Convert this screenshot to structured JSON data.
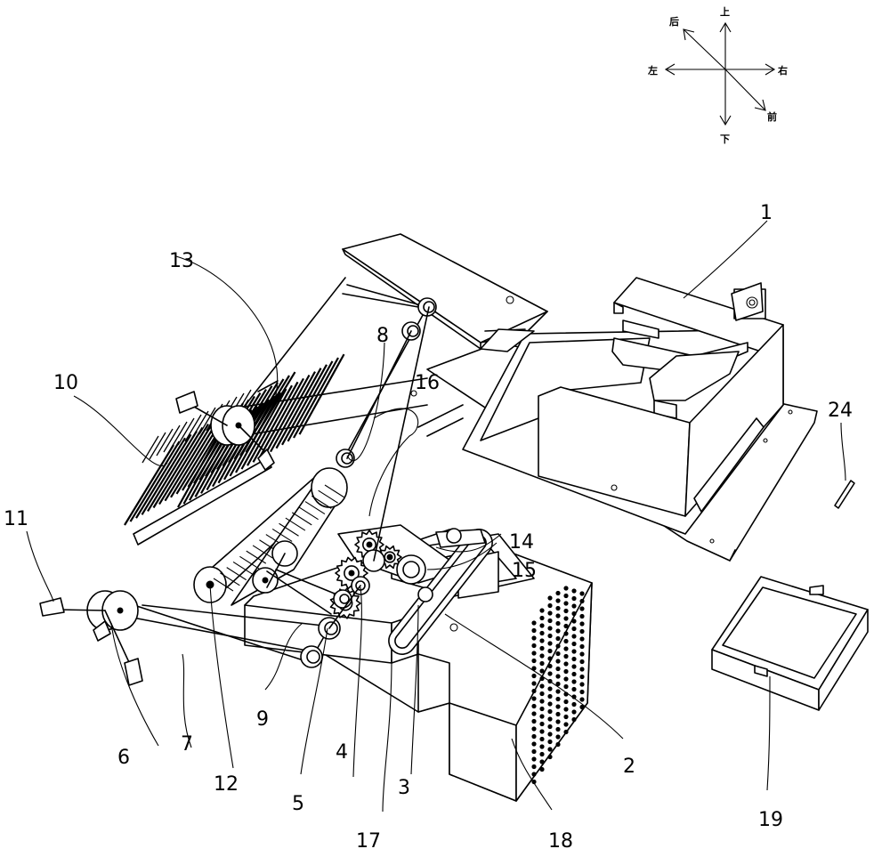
{
  "compass": {
    "up": "上",
    "down": "下",
    "left": "左",
    "right": "右",
    "back": "后",
    "front": "前"
  },
  "labels": [
    {
      "id": "1",
      "text": "1"
    },
    {
      "id": "2",
      "text": "2"
    },
    {
      "id": "3",
      "text": "3"
    },
    {
      "id": "4",
      "text": "4"
    },
    {
      "id": "5",
      "text": "5"
    },
    {
      "id": "6",
      "text": "6"
    },
    {
      "id": "7",
      "text": "7"
    },
    {
      "id": "8",
      "text": "8"
    },
    {
      "id": "9",
      "text": "9"
    },
    {
      "id": "10",
      "text": "10"
    },
    {
      "id": "11",
      "text": "11"
    },
    {
      "id": "12",
      "text": "12"
    },
    {
      "id": "13",
      "text": "13"
    },
    {
      "id": "14",
      "text": "14"
    },
    {
      "id": "15",
      "text": "15"
    },
    {
      "id": "16",
      "text": "16"
    },
    {
      "id": "17",
      "text": "17"
    },
    {
      "id": "18",
      "text": "18"
    },
    {
      "id": "19",
      "text": "19"
    },
    {
      "id": "24",
      "text": "24"
    }
  ]
}
